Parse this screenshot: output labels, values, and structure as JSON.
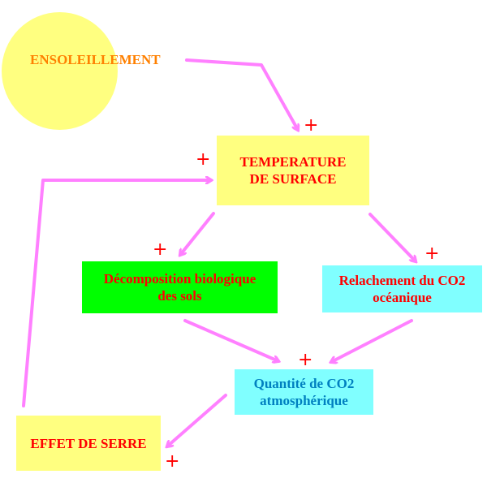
{
  "colors": {
    "arrow": "#ff80ff",
    "plus": "#ff0000",
    "sun": "#ffff80",
    "yellow_box": "#ffff80",
    "green_box": "#00ff00",
    "cyan_box": "#80ffff",
    "red_text": "#ff0000",
    "orange_text": "#ff8000",
    "blue_text": "#0080c0"
  },
  "nodes": {
    "sun": {
      "label": "ENSOLEILLEMENT"
    },
    "temperature": {
      "line1": "TEMPERATURE",
      "line2": "DE SURFACE"
    },
    "decomposition": {
      "line1": "Décomposition biologique",
      "line2": "des sols"
    },
    "relachement": {
      "line1": "Relachement du CO2",
      "line2": "océanique"
    },
    "co2": {
      "line1": "Quantité de CO2",
      "line2": "atmosphérique"
    },
    "effet": {
      "label": "EFFET DE SERRE"
    }
  },
  "signs": {
    "temperature_from_sun": "+",
    "temperature_from_effet": "+",
    "decomposition": "+",
    "relachement": "+",
    "co2": "+",
    "effet": "+"
  },
  "edges": [
    {
      "from": "ENSOLEILLEMENT",
      "to": "TEMPERATURE DE SURFACE",
      "sign": "+"
    },
    {
      "from": "TEMPERATURE DE SURFACE",
      "to": "Décomposition biologique des sols",
      "sign": "+"
    },
    {
      "from": "TEMPERATURE DE SURFACE",
      "to": "Relachement du CO2 océanique",
      "sign": "+"
    },
    {
      "from": "Décomposition biologique des sols",
      "to": "Quantité de CO2 atmosphérique",
      "sign": "+"
    },
    {
      "from": "Relachement du CO2 océanique",
      "to": "Quantité de CO2 atmosphérique",
      "sign": "+"
    },
    {
      "from": "Quantité de CO2 atmosphérique",
      "to": "EFFET DE SERRE",
      "sign": "+"
    },
    {
      "from": "EFFET DE SERRE",
      "to": "TEMPERATURE DE SURFACE",
      "sign": "+"
    }
  ]
}
